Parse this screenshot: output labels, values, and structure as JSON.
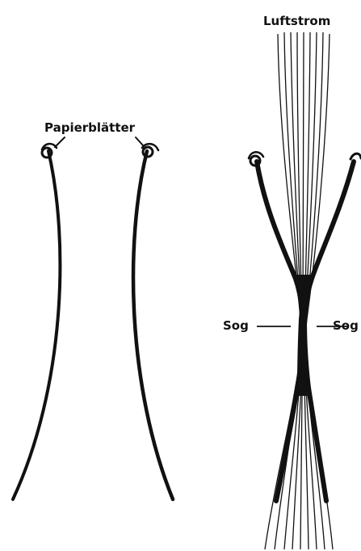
{
  "labels": {
    "paper": "Papierblätter",
    "airflow": "Luftstrom",
    "suction_left": "Sog",
    "suction_right": "Sog"
  },
  "colors": {
    "ink": "#111111",
    "background": "#ffffff"
  }
}
